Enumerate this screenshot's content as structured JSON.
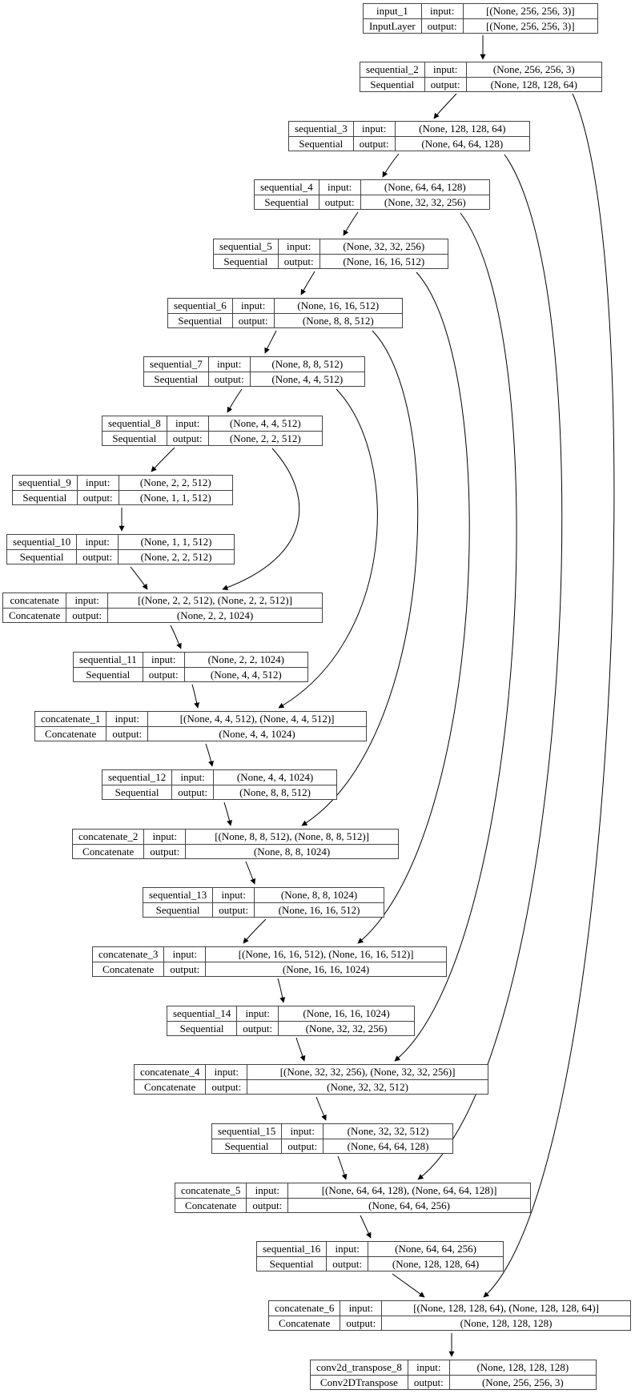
{
  "labels": {
    "input": "input:",
    "output": "output:"
  },
  "diagram": {
    "nodes": [
      {
        "name": "input_1",
        "type": "InputLayer",
        "input_shape": "[(None, 256, 256, 3)]",
        "output_shape": "[(None, 256, 256, 3)]"
      },
      {
        "name": "sequential_2",
        "type": "Sequential",
        "input_shape": "(None, 256, 256, 3)",
        "output_shape": "(None, 128, 128, 64)"
      },
      {
        "name": "sequential_3",
        "type": "Sequential",
        "input_shape": "(None, 128, 128, 64)",
        "output_shape": "(None, 64, 64, 128)"
      },
      {
        "name": "sequential_4",
        "type": "Sequential",
        "input_shape": "(None, 64, 64, 128)",
        "output_shape": "(None, 32, 32, 256)"
      },
      {
        "name": "sequential_5",
        "type": "Sequential",
        "input_shape": "(None, 32, 32, 256)",
        "output_shape": "(None, 16, 16, 512)"
      },
      {
        "name": "sequential_6",
        "type": "Sequential",
        "input_shape": "(None, 16, 16, 512)",
        "output_shape": "(None, 8, 8, 512)"
      },
      {
        "name": "sequential_7",
        "type": "Sequential",
        "input_shape": "(None, 8, 8, 512)",
        "output_shape": "(None, 4, 4, 512)"
      },
      {
        "name": "sequential_8",
        "type": "Sequential",
        "input_shape": "(None, 4, 4, 512)",
        "output_shape": "(None, 2, 2, 512)"
      },
      {
        "name": "sequential_9",
        "type": "Sequential",
        "input_shape": "(None, 2, 2, 512)",
        "output_shape": "(None, 1, 1, 512)"
      },
      {
        "name": "sequential_10",
        "type": "Sequential",
        "input_shape": "(None, 1, 1, 512)",
        "output_shape": "(None, 2, 2, 512)"
      },
      {
        "name": "concatenate",
        "type": "Concatenate",
        "input_shape": "[(None, 2, 2, 512), (None, 2, 2, 512)]",
        "output_shape": "(None, 2, 2, 1024)"
      },
      {
        "name": "sequential_11",
        "type": "Sequential",
        "input_shape": "(None, 2, 2, 1024)",
        "output_shape": "(None, 4, 4, 512)"
      },
      {
        "name": "concatenate_1",
        "type": "Concatenate",
        "input_shape": "[(None, 4, 4, 512), (None, 4, 4, 512)]",
        "output_shape": "(None, 4, 4, 1024)"
      },
      {
        "name": "sequential_12",
        "type": "Sequential",
        "input_shape": "(None, 4, 4, 1024)",
        "output_shape": "(None, 8, 8, 512)"
      },
      {
        "name": "concatenate_2",
        "type": "Concatenate",
        "input_shape": "[(None, 8, 8, 512), (None, 8, 8, 512)]",
        "output_shape": "(None, 8, 8, 1024)"
      },
      {
        "name": "sequential_13",
        "type": "Sequential",
        "input_shape": "(None, 8, 8, 1024)",
        "output_shape": "(None, 16, 16, 512)"
      },
      {
        "name": "concatenate_3",
        "type": "Concatenate",
        "input_shape": "[(None, 16, 16, 512), (None, 16, 16, 512)]",
        "output_shape": "(None, 16, 16, 1024)"
      },
      {
        "name": "sequential_14",
        "type": "Sequential",
        "input_shape": "(None, 16, 16, 1024)",
        "output_shape": "(None, 32, 32, 256)"
      },
      {
        "name": "concatenate_4",
        "type": "Concatenate",
        "input_shape": "[(None, 32, 32, 256), (None, 32, 32, 256)]",
        "output_shape": "(None, 32, 32, 512)"
      },
      {
        "name": "sequential_15",
        "type": "Sequential",
        "input_shape": "(None, 32, 32, 512)",
        "output_shape": "(None, 64, 64, 128)"
      },
      {
        "name": "concatenate_5",
        "type": "Concatenate",
        "input_shape": "[(None, 64, 64, 128), (None, 64, 64, 128)]",
        "output_shape": "(None, 64, 64, 256)"
      },
      {
        "name": "sequential_16",
        "type": "Sequential",
        "input_shape": "(None, 64, 64, 256)",
        "output_shape": "(None, 128, 128, 64)"
      },
      {
        "name": "concatenate_6",
        "type": "Concatenate",
        "input_shape": "[(None, 128, 128, 64), (None, 128, 128, 64)]",
        "output_shape": "(None, 128, 128, 128)"
      },
      {
        "name": "conv2d_transpose_8",
        "type": "Conv2DTranspose",
        "input_shape": "(None, 128, 128, 128)",
        "output_shape": "(None, 256, 256, 3)"
      }
    ],
    "edges": [
      {
        "from": "input_1",
        "to": "sequential_2"
      },
      {
        "from": "sequential_2",
        "to": "sequential_3"
      },
      {
        "from": "sequential_3",
        "to": "sequential_4"
      },
      {
        "from": "sequential_4",
        "to": "sequential_5"
      },
      {
        "from": "sequential_5",
        "to": "sequential_6"
      },
      {
        "from": "sequential_6",
        "to": "sequential_7"
      },
      {
        "from": "sequential_7",
        "to": "sequential_8"
      },
      {
        "from": "sequential_8",
        "to": "sequential_9"
      },
      {
        "from": "sequential_9",
        "to": "sequential_10"
      },
      {
        "from": "sequential_10",
        "to": "concatenate"
      },
      {
        "from": "sequential_8",
        "to": "concatenate"
      },
      {
        "from": "concatenate",
        "to": "sequential_11"
      },
      {
        "from": "sequential_11",
        "to": "concatenate_1"
      },
      {
        "from": "sequential_7",
        "to": "concatenate_1"
      },
      {
        "from": "concatenate_1",
        "to": "sequential_12"
      },
      {
        "from": "sequential_12",
        "to": "concatenate_2"
      },
      {
        "from": "sequential_6",
        "to": "concatenate_2"
      },
      {
        "from": "concatenate_2",
        "to": "sequential_13"
      },
      {
        "from": "sequential_13",
        "to": "concatenate_3"
      },
      {
        "from": "sequential_5",
        "to": "concatenate_3"
      },
      {
        "from": "concatenate_3",
        "to": "sequential_14"
      },
      {
        "from": "sequential_14",
        "to": "concatenate_4"
      },
      {
        "from": "sequential_4",
        "to": "concatenate_4"
      },
      {
        "from": "concatenate_4",
        "to": "sequential_15"
      },
      {
        "from": "sequential_15",
        "to": "concatenate_5"
      },
      {
        "from": "sequential_3",
        "to": "concatenate_5"
      },
      {
        "from": "concatenate_5",
        "to": "sequential_16"
      },
      {
        "from": "sequential_16",
        "to": "concatenate_6"
      },
      {
        "from": "sequential_2",
        "to": "concatenate_6"
      },
      {
        "from": "concatenate_6",
        "to": "conv2d_transpose_8"
      }
    ]
  }
}
